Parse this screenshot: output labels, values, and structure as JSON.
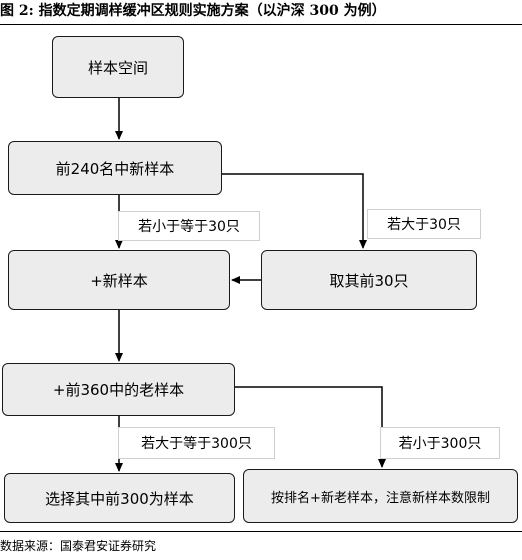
{
  "figure": {
    "title": "图 2: 指数定期调样缓冲区规则实施方案（以沪深 300 为例）",
    "source": "数据来源：国泰君安证券研究"
  },
  "nodes": {
    "sample_space": "样本空间",
    "top240_new": "前240名中新样本",
    "add_new": "+新样本",
    "take_top30": "取其前30只",
    "add_old_top360": "+前360中的老样本",
    "select_top300": "选择其中前300为样本",
    "rank_new_old": "按排名+新老样本，注意新样本数限制"
  },
  "edge_labels": {
    "le_30": "若小于等于30只",
    "gt_30": "若大于30只",
    "ge_300": "若大于等于300只",
    "lt_300": "若小于300只"
  }
}
